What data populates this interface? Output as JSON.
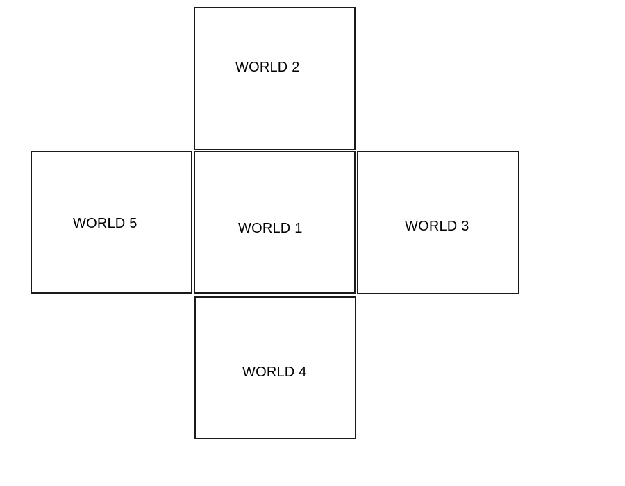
{
  "worlds": {
    "w1": {
      "label": "WORLD 1"
    },
    "w2": {
      "label": "WORLD 2"
    },
    "w3": {
      "label": "WORLD 3"
    },
    "w4": {
      "label": "WORLD 4"
    },
    "w5": {
      "label": "WORLD 5"
    }
  },
  "colors": {
    "border": "#1a1a1a",
    "background": "#ffffff",
    "text": "#000000"
  }
}
